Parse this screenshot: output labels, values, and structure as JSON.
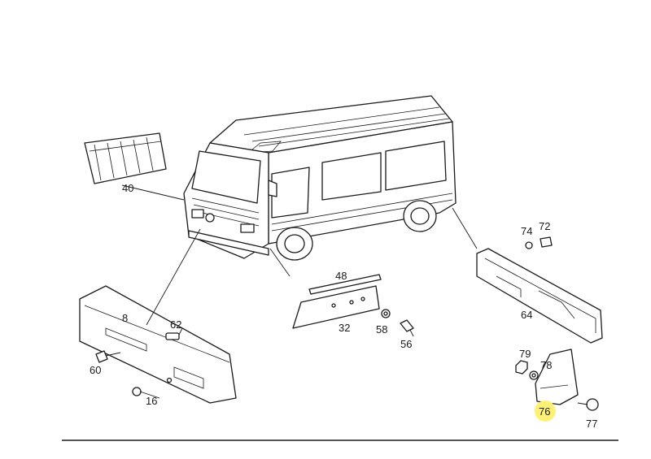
{
  "diagram": {
    "highlight_color": "#fff176",
    "parts": [
      {
        "id": "p40",
        "label": "40",
        "name": "front-grille-panel"
      },
      {
        "id": "p8",
        "label": "8",
        "name": "front-bumper"
      },
      {
        "id": "p62",
        "label": "62",
        "name": "bumper-pin"
      },
      {
        "id": "p60",
        "label": "60",
        "name": "bumper-bolt"
      },
      {
        "id": "p16",
        "label": "16",
        "name": "screw"
      },
      {
        "id": "p48",
        "label": "48",
        "name": "trim-strip"
      },
      {
        "id": "p32",
        "label": "32",
        "name": "side-moulding"
      },
      {
        "id": "p58",
        "label": "58",
        "name": "washer"
      },
      {
        "id": "p56",
        "label": "56",
        "name": "bolt"
      },
      {
        "id": "p74",
        "label": "74",
        "name": "washer"
      },
      {
        "id": "p72",
        "label": "72",
        "name": "bolt"
      },
      {
        "id": "p64",
        "label": "64",
        "name": "rear-bumper-bracket"
      },
      {
        "id": "p79",
        "label": "79",
        "name": "nut"
      },
      {
        "id": "p78",
        "label": "78",
        "name": "washer"
      },
      {
        "id": "p76",
        "label": "76",
        "name": "corner-bumper-cap",
        "highlighted": true
      },
      {
        "id": "p77",
        "label": "77",
        "name": "clip-screw"
      }
    ]
  }
}
